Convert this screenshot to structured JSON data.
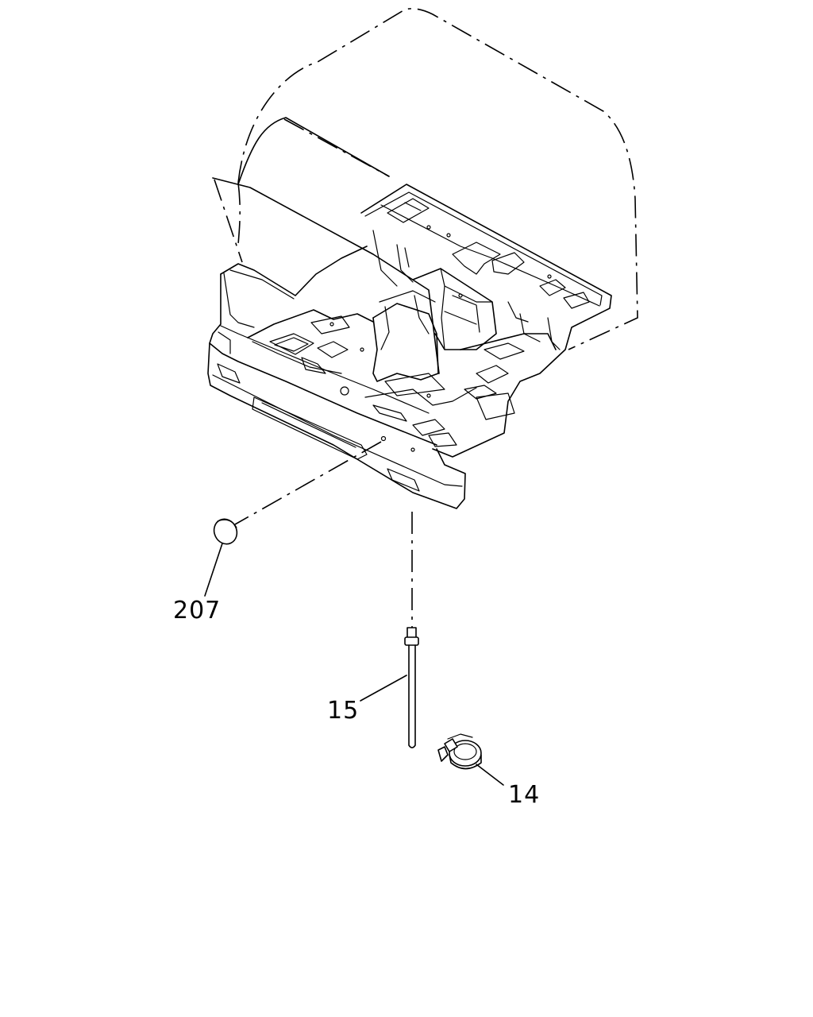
{
  "diagram": {
    "callouts": [
      {
        "id": "plug",
        "label": "207"
      },
      {
        "id": "rod",
        "label": "15"
      },
      {
        "id": "clip",
        "label": "14"
      }
    ]
  }
}
